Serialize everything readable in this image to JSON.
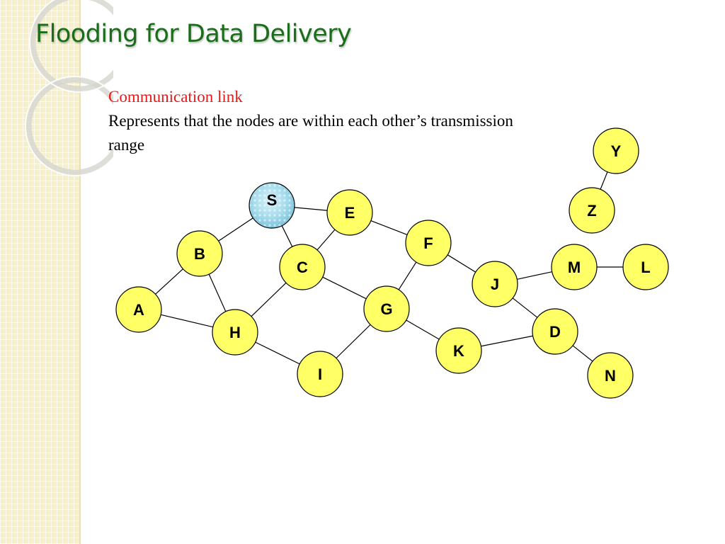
{
  "slide": {
    "title": "Flooding for Data Delivery",
    "legend_keyword": "Communication link",
    "legend_description": "Represents that the nodes are within each other’s transmission range"
  },
  "colors": {
    "title": "#1a6e1a",
    "keyword": "#e31b1b",
    "node_fill": "#ffff66",
    "source_fill": "#9fd8e8",
    "edge": "#000000",
    "sidebar": "#f5efcd"
  },
  "graph": {
    "source": "S",
    "nodes": [
      "S",
      "E",
      "F",
      "B",
      "C",
      "M",
      "L",
      "J",
      "A",
      "G",
      "H",
      "D",
      "K",
      "I",
      "N",
      "Y",
      "Z"
    ],
    "edges": [
      [
        "S",
        "E"
      ],
      [
        "S",
        "B"
      ],
      [
        "S",
        "C"
      ],
      [
        "E",
        "C"
      ],
      [
        "E",
        "F"
      ],
      [
        "B",
        "A"
      ],
      [
        "B",
        "H"
      ],
      [
        "C",
        "H"
      ],
      [
        "C",
        "G"
      ],
      [
        "A",
        "H"
      ],
      [
        "F",
        "J"
      ],
      [
        "F",
        "G"
      ],
      [
        "G",
        "K"
      ],
      [
        "G",
        "I"
      ],
      [
        "H",
        "I"
      ],
      [
        "K",
        "D"
      ],
      [
        "J",
        "M"
      ],
      [
        "J",
        "D"
      ],
      [
        "M",
        "L"
      ],
      [
        "D",
        "N"
      ],
      [
        "Y",
        "Z"
      ]
    ]
  }
}
